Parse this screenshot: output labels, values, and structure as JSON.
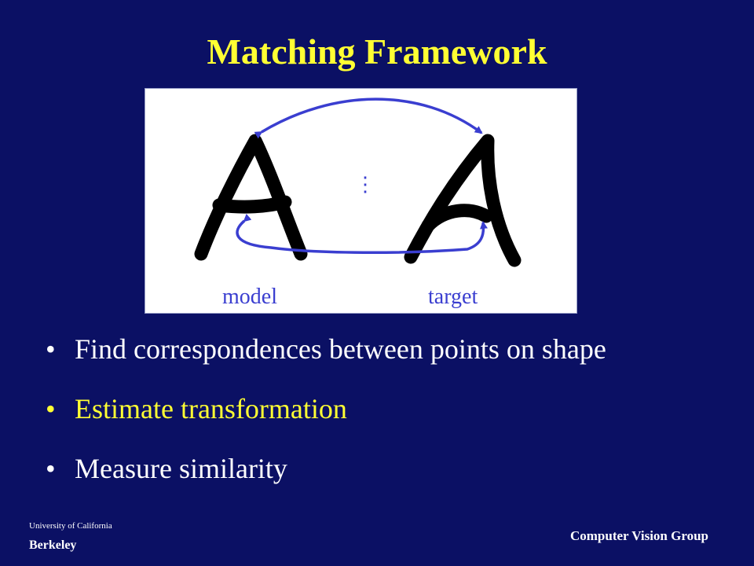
{
  "title": "Matching Framework",
  "figure": {
    "model_label": "model",
    "target_label": "target",
    "ellipsis": "⋮",
    "arrow_color": "#3a3ed0",
    "glyph_color": "#000000"
  },
  "bullets": [
    {
      "text": "Find correspondences between points on shape",
      "highlighted": false
    },
    {
      "text": "Estimate transformation",
      "highlighted": true
    },
    {
      "text": "Measure similarity",
      "highlighted": false
    }
  ],
  "bullet_marker": "•",
  "footer": {
    "university": "University of California",
    "campus": "Berkeley",
    "group": "Computer Vision Group"
  },
  "colors": {
    "background": "#0b1064",
    "title": "#ffff33",
    "text": "#ffffff",
    "highlight": "#ffff33"
  }
}
